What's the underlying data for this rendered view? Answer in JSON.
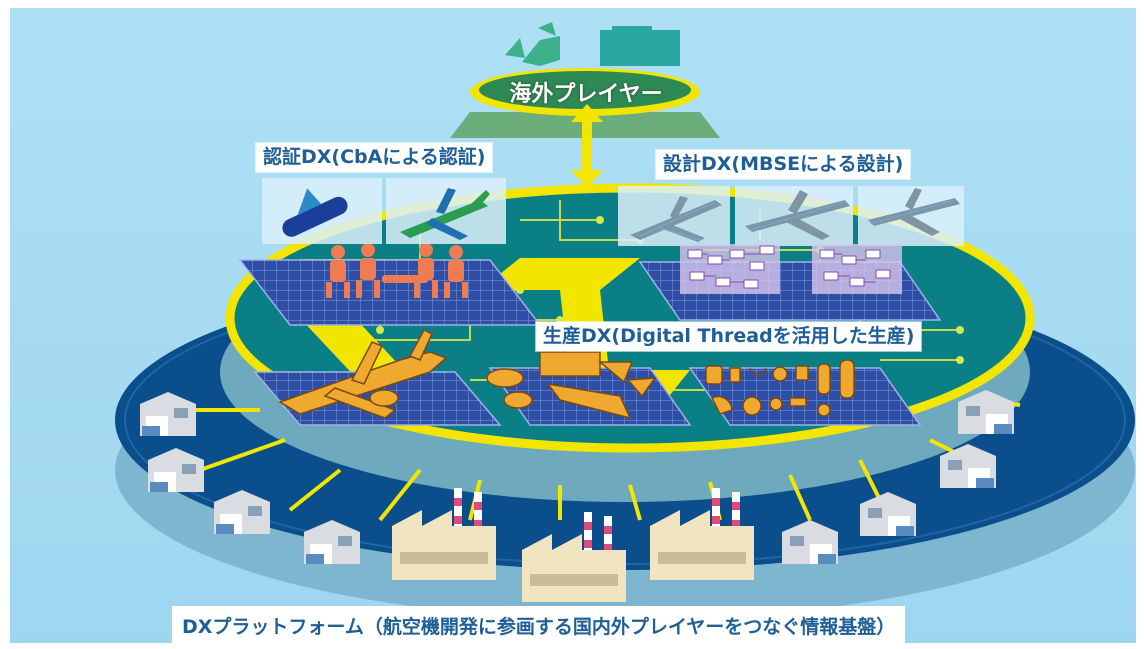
{
  "labels": {
    "overseas_players": "海外プレイヤー",
    "certification_dx": "認証DX(CbAによる認証)",
    "design_dx": "設計DX(MBSEによる設計)",
    "production_dx": "生産DX(Digital Threadを活用した生産)",
    "dx_platform": "DXプラットフォーム（航空機開発に参画する国内外プレイヤーをつなぐ情報基盤）"
  },
  "colors": {
    "background": "#a8dcf2",
    "outer_ring": "#0b4e8c",
    "inner_platform": "#0b7f86",
    "circuit_lines": "#d7e24a",
    "yellow_ring": "#f2e600",
    "solar_panel": "#2f4fa6",
    "part_orange": "#f0a930",
    "overseas_base": "#6cad7c"
  }
}
